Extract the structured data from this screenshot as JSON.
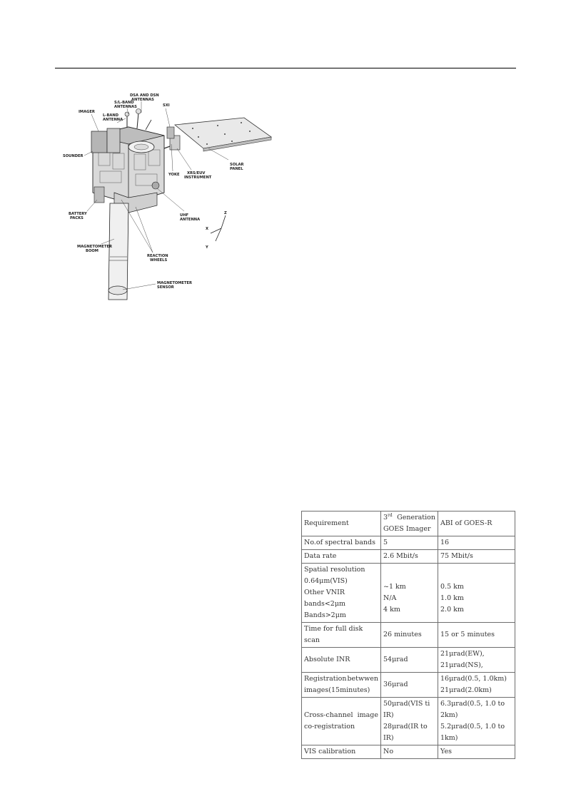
{
  "figure": {
    "labels": {
      "dsa_dsn": [
        "DSA AND DSN",
        "ANTENNAS"
      ],
      "sband": [
        "S/L-BAND",
        "ANTENNAS"
      ],
      "lband": [
        "L-BAND",
        "ANTENNA"
      ],
      "imager": "IMAGER",
      "sxi": "SXI",
      "sounder": "SOUNDER",
      "solar_panel": [
        "SOLAR",
        "PANEL"
      ],
      "xrs": [
        "XRS/EUV",
        "INSTRUMENT"
      ],
      "yoke": "YOKE",
      "battery": [
        "BATTERY",
        "PACKS"
      ],
      "uhf": [
        "UHF",
        "ANTENNA"
      ],
      "mag_boom": [
        "MAGNETOMETER",
        "BOOM"
      ],
      "reaction": [
        "REACTION",
        "WHEELS"
      ],
      "mag_sensor": [
        "MAGNETOMETER",
        "SENSOR"
      ],
      "axis_x": "X",
      "axis_y": "Y",
      "axis_z": "Z"
    }
  },
  "table": {
    "header": {
      "col1": "Requirement",
      "col2_sup": "rd",
      "col2_num": "3",
      "col2_a": "Generation",
      "col2_b": "GOES Imager",
      "col3": "ABI of GOES-R"
    },
    "rows": {
      "bands": [
        "No.of spectral bands",
        "5",
        "16"
      ],
      "rate": [
        "Data rate",
        "2.6 Mbit/s",
        "75 Mbit/s"
      ],
      "spatial_head": "Spatial resolution",
      "vis": [
        "0.64μm(VIS)",
        "~1 km",
        "0.5 km"
      ],
      "vnir": [
        "Other VNIR bands<2μm",
        "N/A",
        "1.0 km"
      ],
      "bands2": [
        "Bands>2μm",
        "4 km",
        "2.0 km"
      ],
      "scan": [
        "Time for full disk scan",
        "26 minutes",
        "15 or 5 minutes"
      ],
      "inr": [
        "Absolute INR",
        "54μrad",
        "21μrad(EW), 21μrad(NS),"
      ],
      "reg_a": "Registration",
      "reg_b": "betwwen",
      "reg_c": "images(15minutes)",
      "reg_v2": "36μrad",
      "reg_v3a": "16μrad(0.5, 1.0km)",
      "reg_v3b": "21μrad(2.0km)",
      "cc_a": "Cross-channel",
      "cc_b": "image",
      "cc_c": "co-registration",
      "cc_v2a": "50μrad(VIS ti IR)",
      "cc_v2b": "28μrad(IR to IR)",
      "cc_v3a": "6.3μrad(0.5, 1.0 to 2km)",
      "cc_v3b": "5.2μrad(0.5, 1.0 to 1km)",
      "cal": [
        "VIS calibration",
        "No",
        "Yes"
      ]
    }
  }
}
